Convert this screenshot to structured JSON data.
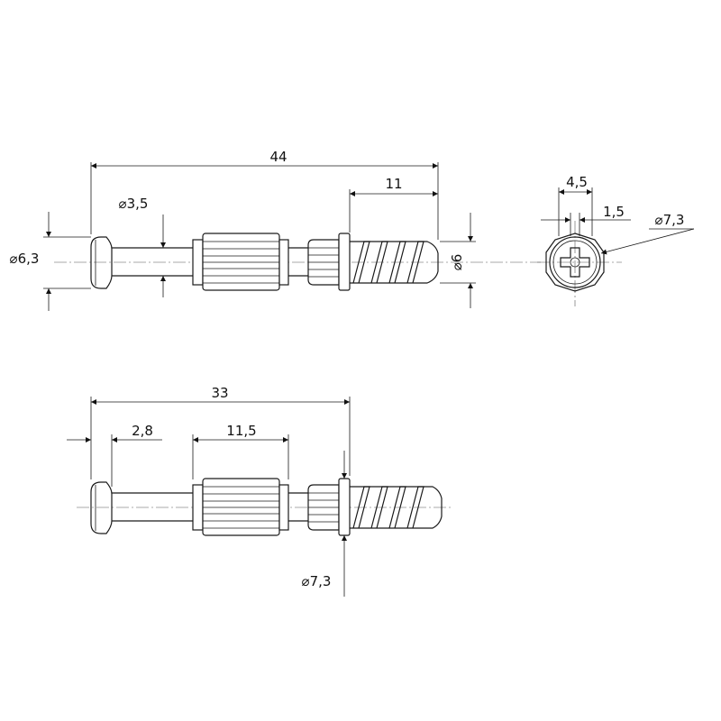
{
  "dimensions": {
    "top_length": "44",
    "top_thread_length": "11",
    "top_neck_diameter": "⌀3,5",
    "top_head_diameter": "⌀6,3",
    "top_thread_diameter": "⌀6",
    "end_width": "4,5",
    "end_slot": "1,5",
    "end_diameter": "⌀7,3",
    "bottom_length": "33",
    "bottom_head_width": "2,8",
    "bottom_knurl_length": "11,5",
    "bottom_collar_diameter": "⌀7,3"
  }
}
